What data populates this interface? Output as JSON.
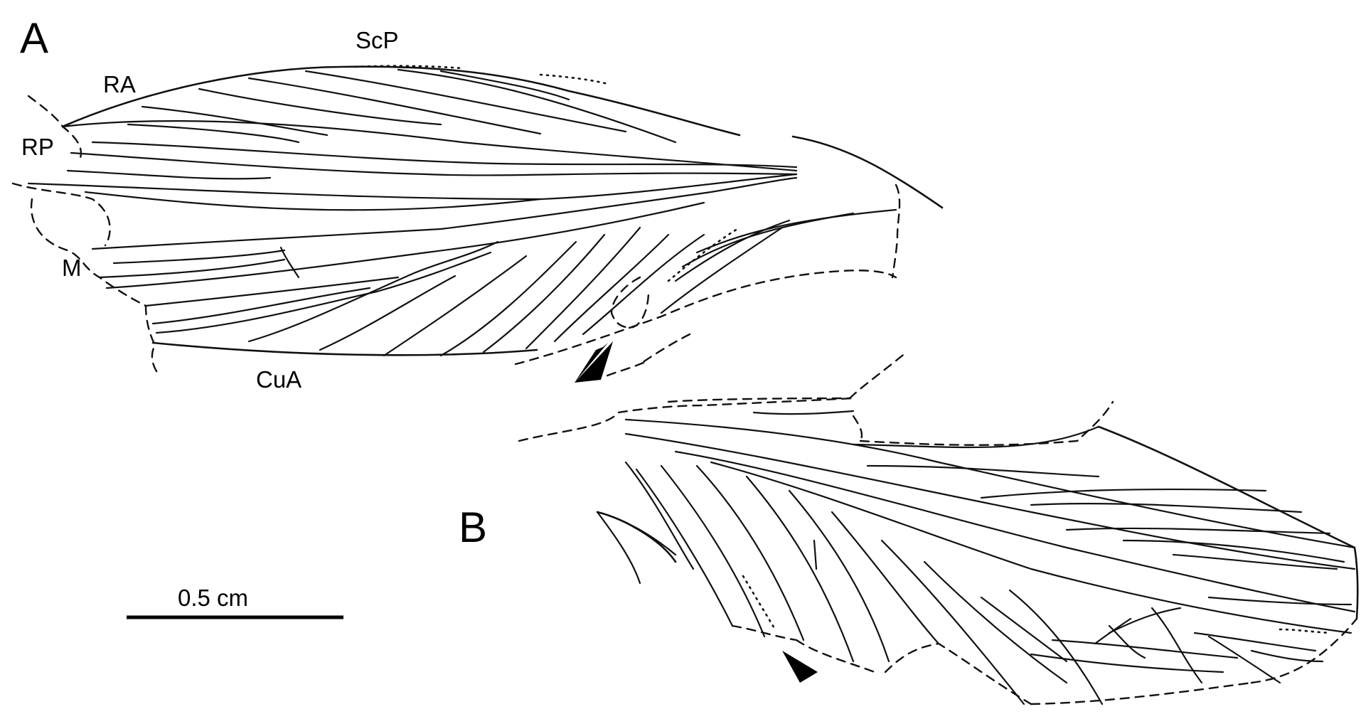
{
  "figure": {
    "panels": [
      {
        "letter": "A",
        "vein_labels": [
          "ScP",
          "RA",
          "RP",
          "M",
          "CuA"
        ]
      },
      {
        "letter": "B",
        "vein_labels": []
      }
    ],
    "scale_bar": {
      "label": "0.5 cm"
    },
    "arrowhead_markers": 2,
    "ink_color": "#000000",
    "background_color": "#ffffff"
  }
}
